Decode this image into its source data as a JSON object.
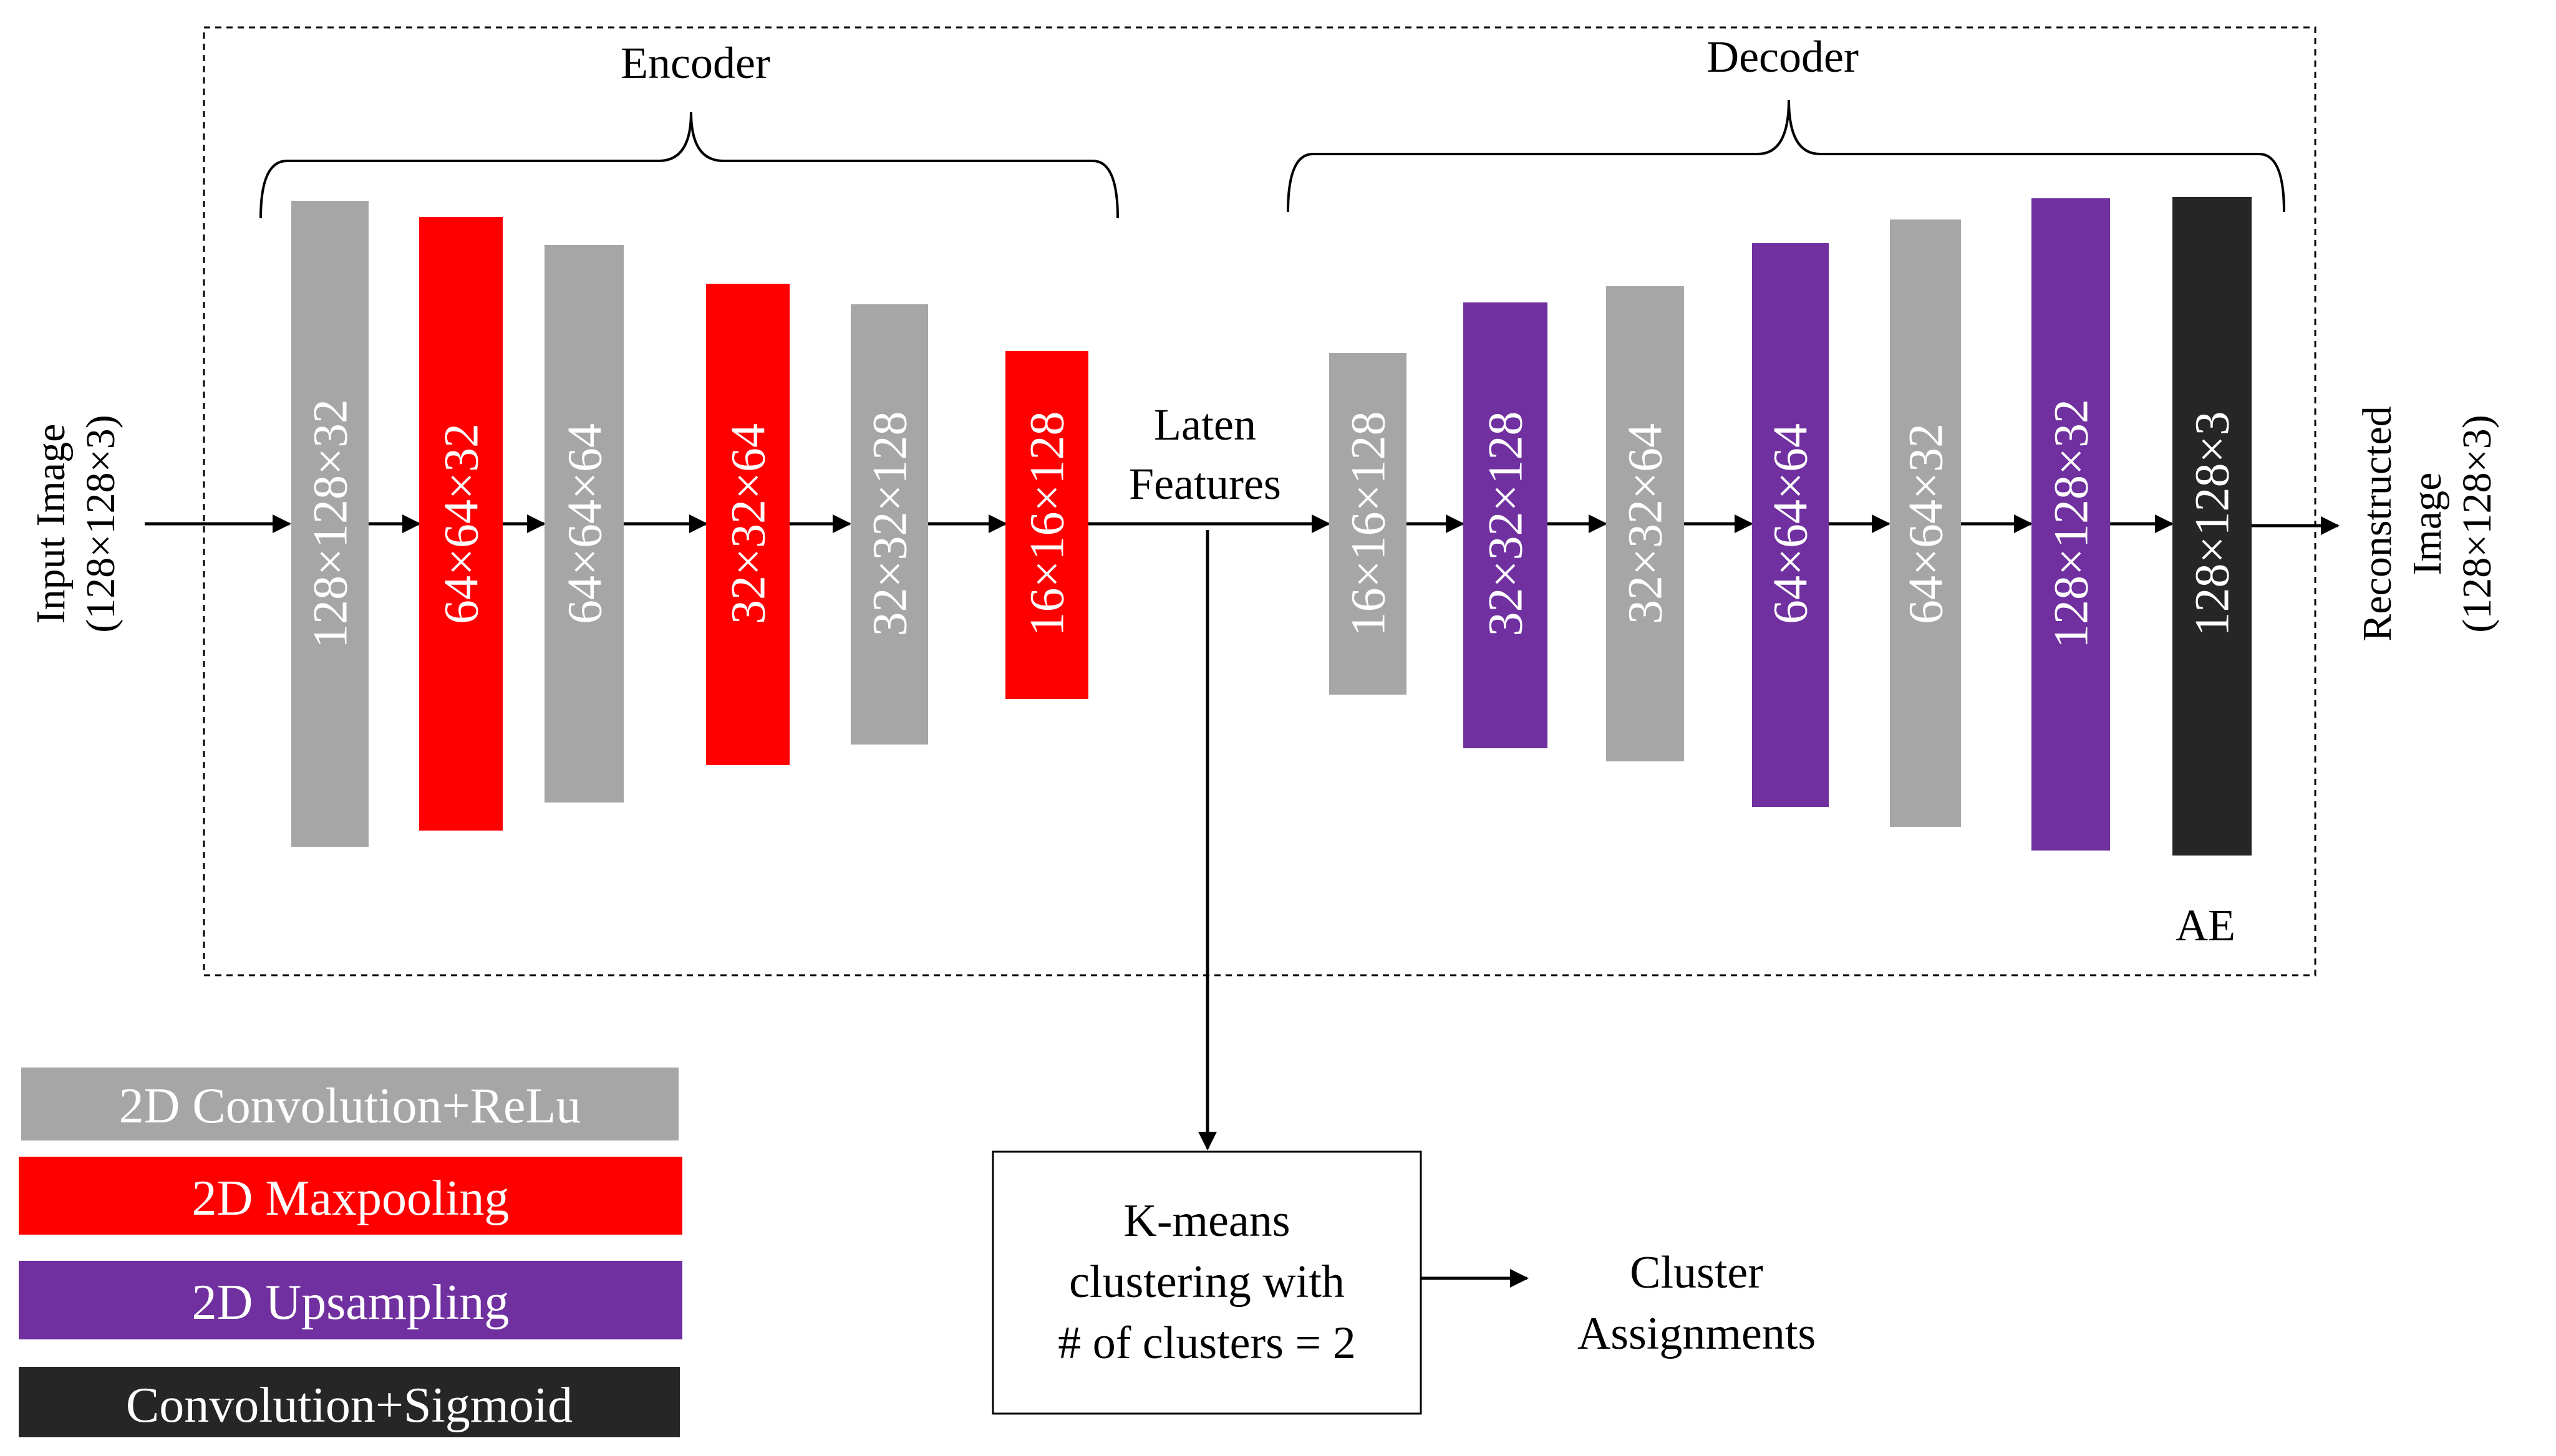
{
  "colors": {
    "conv_relu": "#a6a6a6",
    "maxpool": "#ff0000",
    "upsample": "#7030a0",
    "conv_sigmoid": "#262626",
    "line": "#000000"
  },
  "encoder": {
    "title": "Encoder",
    "blocks": [
      {
        "label": "128×128×32",
        "type": "conv_relu"
      },
      {
        "label": "64×64×32",
        "type": "maxpool"
      },
      {
        "label": "64×64×64",
        "type": "conv_relu"
      },
      {
        "label": "32×32×64",
        "type": "maxpool"
      },
      {
        "label": "32×32×128",
        "type": "conv_relu"
      },
      {
        "label": "16×16×128",
        "type": "maxpool"
      }
    ]
  },
  "decoder": {
    "title": "Decoder",
    "blocks": [
      {
        "label": "16×16×128",
        "type": "conv_relu"
      },
      {
        "label": "32×32×128",
        "type": "upsample"
      },
      {
        "label": "32×32×64",
        "type": "conv_relu"
      },
      {
        "label": "64×64×64",
        "type": "upsample"
      },
      {
        "label": "64×64×32",
        "type": "conv_relu"
      },
      {
        "label": "128×128×32",
        "type": "upsample"
      },
      {
        "label": "128×128×3",
        "type": "conv_sigmoid"
      }
    ]
  },
  "input": {
    "line1": "Input Image",
    "line2": "(128×128×3)"
  },
  "output": {
    "line1": "Reconstructed",
    "line2": "Image",
    "line3": "(128×128×3)"
  },
  "latent": {
    "line1": "Laten",
    "line2": "Features"
  },
  "ae_label": "AE",
  "kmeans": {
    "line1": "K-means",
    "line2": "clustering with",
    "line3": "# of clusters = 2"
  },
  "cluster": {
    "line1": "Cluster",
    "line2": "Assignments"
  },
  "legend": [
    {
      "label": "2D Convolution+ReLu",
      "type": "conv_relu"
    },
    {
      "label": "2D Maxpooling",
      "type": "maxpool"
    },
    {
      "label": "2D Upsampling",
      "type": "upsample"
    },
    {
      "label": "Convolution+Sigmoid",
      "type": "conv_sigmoid"
    }
  ]
}
